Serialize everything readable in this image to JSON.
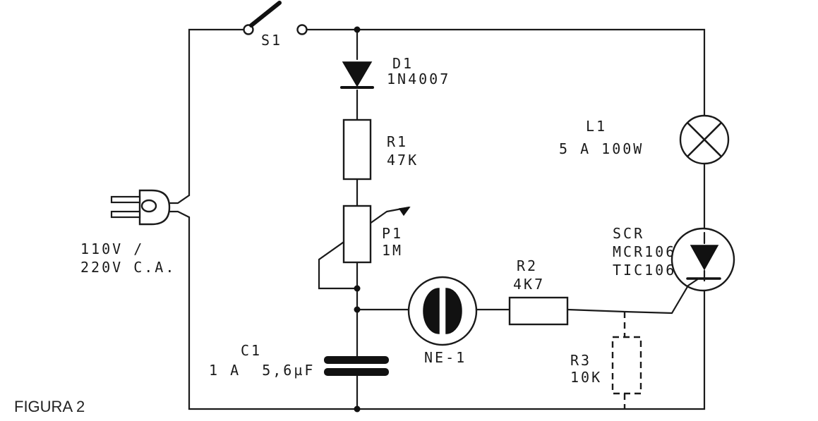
{
  "figure_label": "FIGURA 2",
  "power": {
    "line1": "110V /",
    "line2": "220V C.A."
  },
  "components": {
    "s1": {
      "ref": "S1"
    },
    "d1": {
      "ref": "D1",
      "value": "1N4007"
    },
    "r1": {
      "ref": "R1",
      "value": "47K"
    },
    "p1": {
      "ref": "P1",
      "value": "1M"
    },
    "c1": {
      "ref": "C1",
      "value": "1 A  5,6µF"
    },
    "ne1": {
      "ref": "NE-1"
    },
    "r2": {
      "ref": "R2",
      "value": "4K7"
    },
    "r3": {
      "ref": "R3",
      "value": "10K"
    },
    "l1": {
      "ref": "L1",
      "value": "5 A 100W"
    },
    "scr": {
      "ref": "SCR",
      "value1": "MCR106",
      "value2": "TIC106"
    }
  }
}
